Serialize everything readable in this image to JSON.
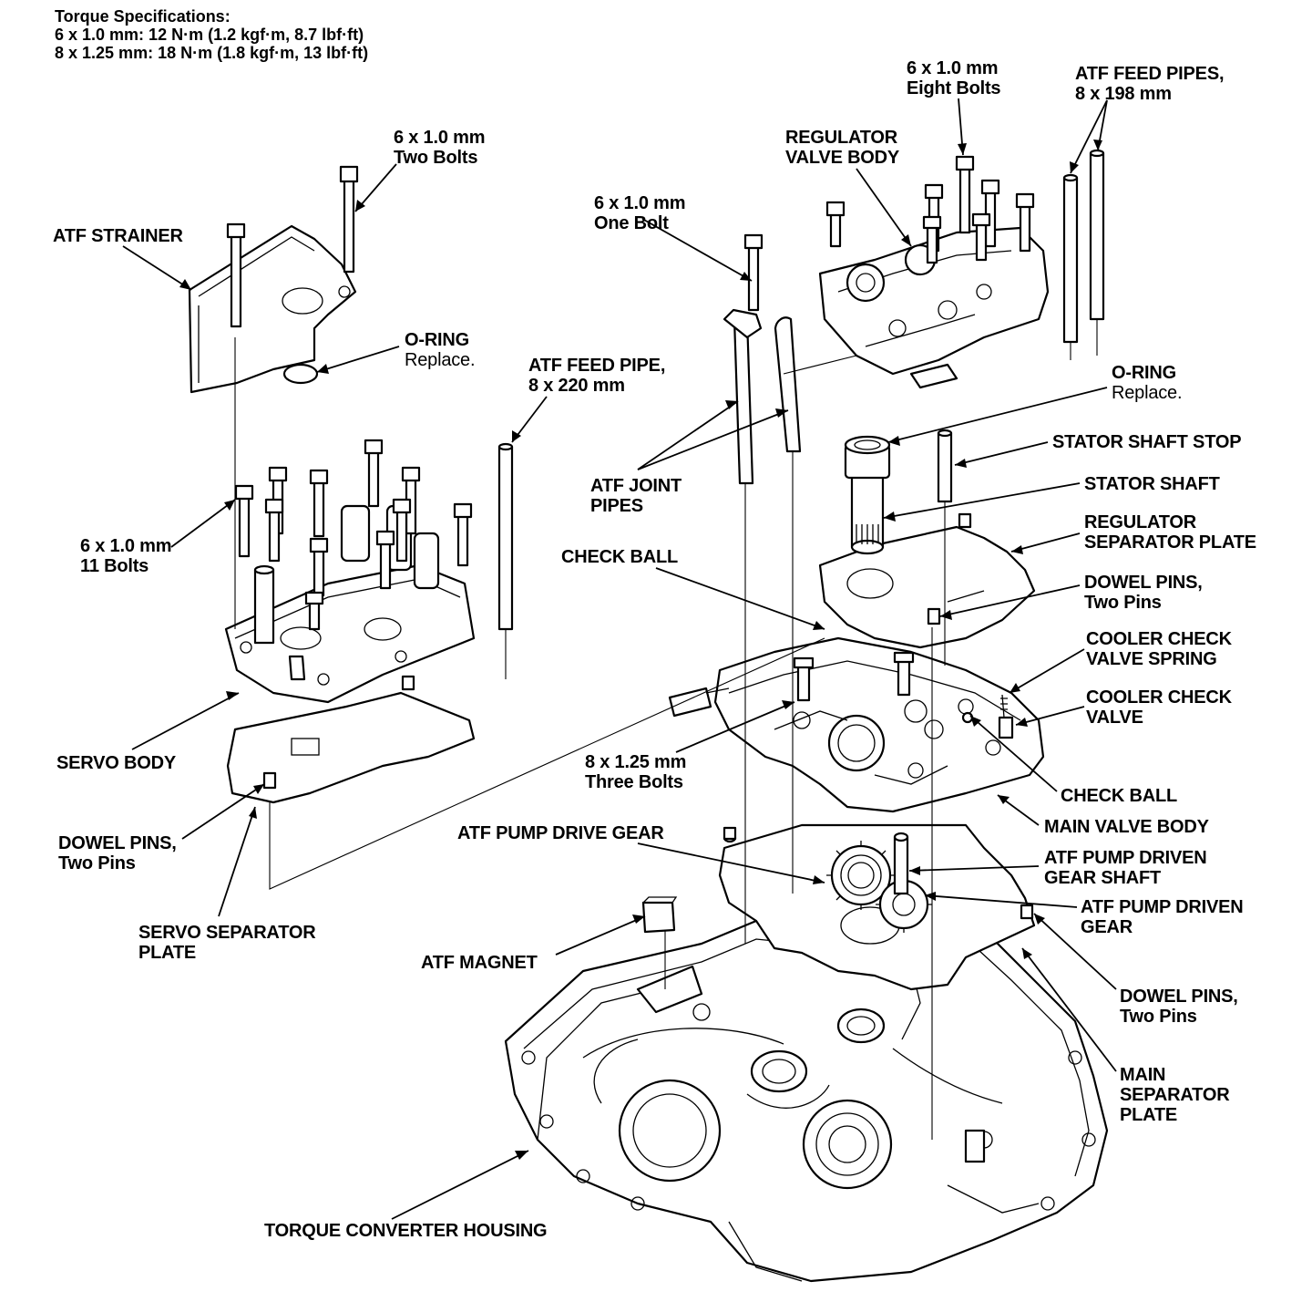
{
  "torque": {
    "title": "Torque Specifications:",
    "line1": "6 x 1.0 mm: 12 N·m (1.2 kgf·m, 8.7 lbf·ft)",
    "line2": "8 x 1.25 mm: 18 N·m (1.8 kgf·m, 13 lbf·ft)"
  },
  "labels": {
    "bolts_two_a": "6 x 1.0 mm",
    "bolts_two_b": "Two Bolts",
    "atf_strainer": "ATF STRAINER",
    "oring_left_a": "O-RING",
    "oring_left_b": "Replace.",
    "feed_pipe_220_a": "ATF FEED PIPE,",
    "feed_pipe_220_b": "8 x 220 mm",
    "bolts_11_a": "6 x 1.0 mm",
    "bolts_11_b": "11 Bolts",
    "servo_body": "SERVO BODY",
    "dowel_left_a": "DOWEL PINS,",
    "dowel_left_b": "Two Pins",
    "servo_sep_a": "SERVO SEPARATOR",
    "servo_sep_b": "PLATE",
    "bolt_one_a": "6 x 1.0 mm",
    "bolt_one_b": "One Bolt",
    "joint_pipes_a": "ATF JOINT",
    "joint_pipes_b": "PIPES",
    "check_ball_top": "CHECK BALL",
    "bolts_three_a": "8 x 1.25 mm",
    "bolts_three_b": "Three Bolts",
    "pump_drive_gear": "ATF PUMP DRIVE GEAR",
    "atf_magnet": "ATF MAGNET",
    "tc_housing": "TORQUE CONVERTER HOUSING",
    "bolts_eight_a": "6 x 1.0 mm",
    "bolts_eight_b": "Eight Bolts",
    "feed_pipes_198_a": "ATF FEED PIPES,",
    "feed_pipes_198_b": "8 x 198 mm",
    "reg_valve_body_a": "REGULATOR",
    "reg_valve_body_b": "VALVE BODY",
    "oring_right_a": "O-RING",
    "oring_right_b": "Replace.",
    "stator_stop": "STATOR SHAFT STOP",
    "stator_shaft": "STATOR SHAFT",
    "reg_sep_a": "REGULATOR",
    "reg_sep_b": "SEPARATOR PLATE",
    "dowel_mid_a": "DOWEL PINS,",
    "dowel_mid_b": "Two Pins",
    "cooler_spring_a": "COOLER CHECK",
    "cooler_spring_b": "VALVE SPRING",
    "cooler_valve_a": "COOLER CHECK",
    "cooler_valve_b": "VALVE",
    "check_ball_right": "CHECK BALL",
    "main_valve_body": "MAIN VALVE BODY",
    "driven_shaft_a": "ATF PUMP DRIVEN",
    "driven_shaft_b": "GEAR SHAFT",
    "driven_gear_a": "ATF PUMP DRIVEN",
    "driven_gear_b": "GEAR",
    "dowel_low_a": "DOWEL PINS,",
    "dowel_low_b": "Two Pins",
    "main_sep_a": "MAIN",
    "main_sep_b": "SEPARATOR",
    "main_sep_c": "PLATE"
  }
}
